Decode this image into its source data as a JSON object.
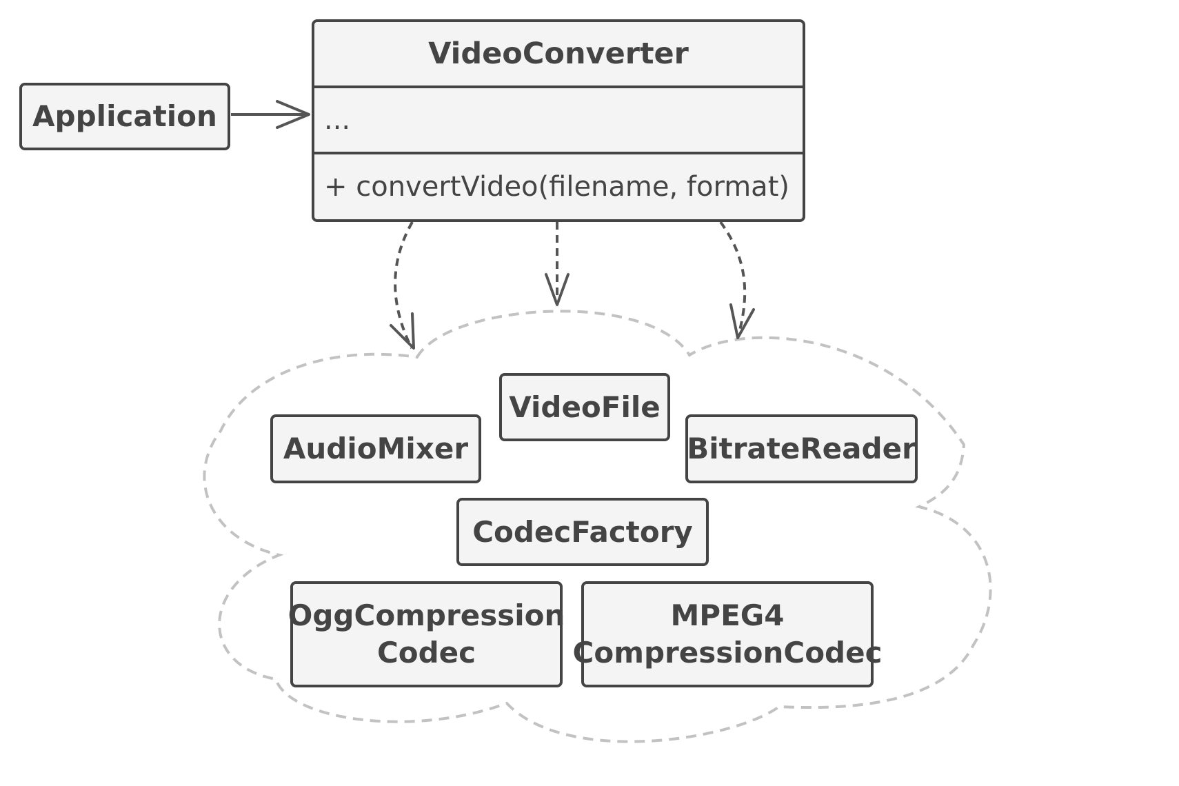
{
  "colors": {
    "stroke": "#444444",
    "box_fill": "#f4f4f4",
    "connector": "#555555",
    "cloud_outline": "#c2c2c2",
    "background": "#ffffff"
  },
  "client": {
    "label": "Application"
  },
  "facade_class": {
    "name": "VideoConverter",
    "fields": "...",
    "method": "+ convertVideo(filename, format)"
  },
  "subsystem": {
    "videofile": "VideoFile",
    "audiomixer": "AudioMixer",
    "bitratereader": "BitrateReader",
    "codecfactory": "CodecFactory",
    "ogg_line1": "OggCompression",
    "ogg_line2": "Codec",
    "mpeg_line1": "MPEG4",
    "mpeg_line2": "CompressionCodec"
  },
  "relations": [
    {
      "from": "Application",
      "to": "VideoConverter",
      "kind": "association"
    },
    {
      "from": "VideoConverter",
      "to": "subsystem",
      "kind": "dependency"
    },
    {
      "from": "VideoConverter",
      "to": "subsystem",
      "kind": "dependency"
    },
    {
      "from": "VideoConverter",
      "to": "subsystem",
      "kind": "dependency"
    }
  ]
}
